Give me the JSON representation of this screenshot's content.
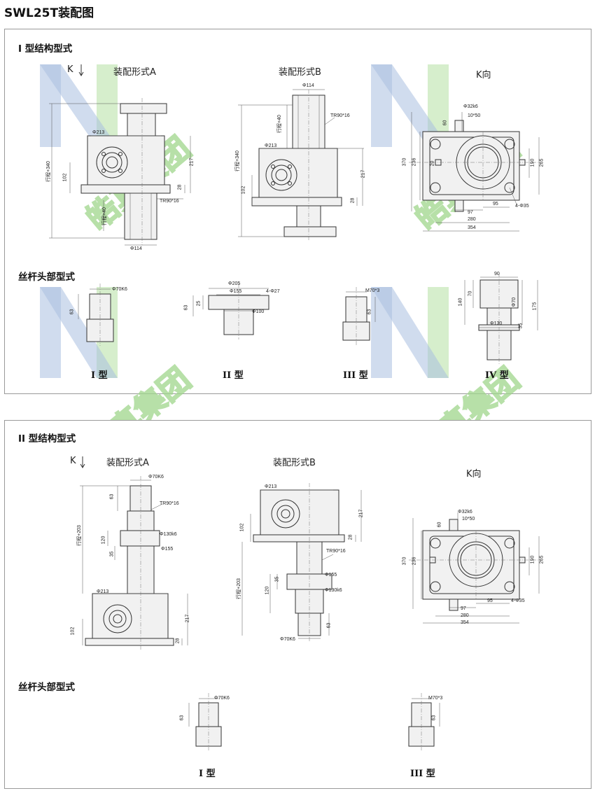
{
  "page_title": "SWL25T装配图",
  "watermark": {
    "text": "皓真集团",
    "logo": "n-mark-logo"
  },
  "section1": {
    "title": "I 型结构型式",
    "k_label": "K",
    "assembly_a": {
      "label": "装配形式A",
      "dims": {
        "d213": "Φ213",
        "stroke": "行程+340",
        "h102": "102",
        "h217": "217",
        "h28": "28",
        "tr": "TR90*16",
        "stroke40": "行程+40",
        "d114": "Φ114"
      }
    },
    "assembly_b": {
      "label": "装配形式B",
      "dims": {
        "d114": "Φ114",
        "stroke40": "行程+40",
        "tr": "TR90*16",
        "d213": "Φ213",
        "stroke": "行程+340",
        "h102": "102",
        "h217": "217",
        "h28": "28"
      }
    },
    "k_view": {
      "label": "K向",
      "dims": {
        "shaft": "Φ32k6",
        "key": "10*50",
        "h60": "60",
        "h370": "370",
        "h236": "236",
        "h20": "20",
        "h190": "190",
        "h265": "265",
        "w97": "97",
        "w95": "95",
        "holes": "4-Φ35",
        "w280": "280",
        "w354": "354"
      }
    },
    "screw_heads": {
      "title": "丝杆头部型式",
      "type1": {
        "label": "I 型",
        "d": "Φ70K6",
        "h": "63"
      },
      "type2": {
        "label": "II 型",
        "d205": "Φ205",
        "d155": "Φ155",
        "holes": "4-Φ27",
        "d100": "Φ100",
        "h63": "63",
        "h25": "25"
      },
      "type3": {
        "label": "III 型",
        "thread": "M70*3",
        "h": "63"
      },
      "type4": {
        "label": "IV 型",
        "w90": "90",
        "h70": "70",
        "d70": "Φ70",
        "h140": "140",
        "h175": "175",
        "d130": "Φ130",
        "h35": "35"
      }
    }
  },
  "section2": {
    "title": "II 型结构型式",
    "k_label": "K",
    "assembly_a": {
      "label": "装配形式A",
      "dims": {
        "d70": "Φ70K6",
        "h63": "63",
        "tr": "TR90*16",
        "stroke": "行程+203",
        "d130": "Φ130k6",
        "h120": "120",
        "h35": "35",
        "d155": "Φ155",
        "d213": "Φ213",
        "h102": "102",
        "h217": "217",
        "h28": "28"
      }
    },
    "assembly_b": {
      "label": "装配形式B",
      "dims": {
        "d213": "Φ213",
        "h102": "102",
        "h217": "217",
        "h28": "28",
        "tr": "TR90*16",
        "stroke": "行程+203",
        "d155": "Φ155",
        "h35": "35",
        "h120": "120",
        "d130": "Φ130k6",
        "h63": "63",
        "d70": "Φ70K6"
      }
    },
    "k_view": {
      "label": "K向",
      "dims": {
        "shaft": "Φ32k6",
        "key": "10*50",
        "h60": "60",
        "h370": "370",
        "h236": "236",
        "h190": "190",
        "h265": "265",
        "w97": "97",
        "w95": "95",
        "holes": "4-Φ35",
        "w280": "280",
        "w354": "354"
      }
    },
    "screw_heads": {
      "title": "丝杆头部型式",
      "type1": {
        "label": "I 型",
        "d": "Φ70K6",
        "h": "63"
      },
      "type3": {
        "label": "III 型",
        "thread": "M70*3",
        "h": "63"
      }
    }
  }
}
